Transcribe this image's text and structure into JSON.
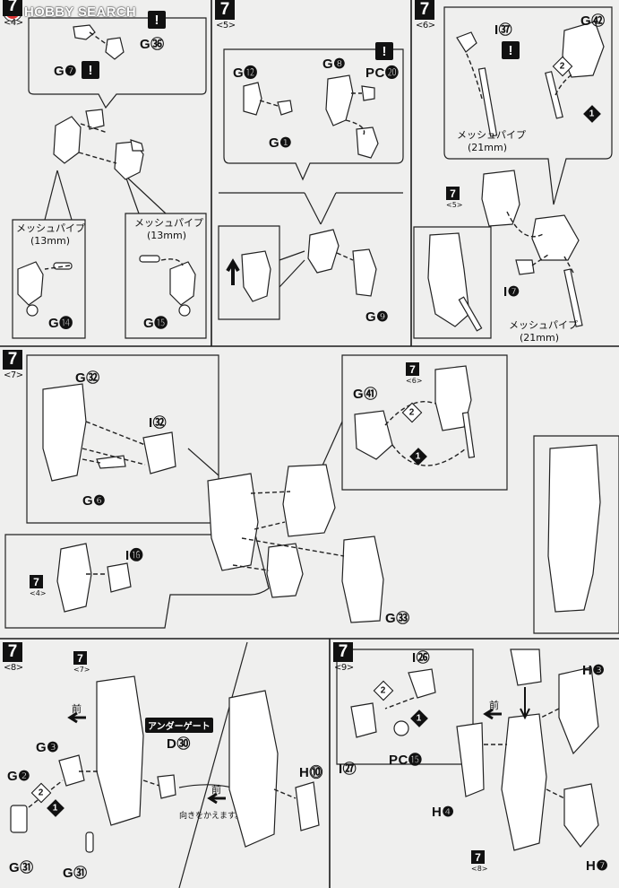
{
  "logo": {
    "text": "HOBBY SEARCH"
  },
  "steps": [
    {
      "num": "7",
      "sub": "<4>"
    },
    {
      "num": "7",
      "sub": "<5>"
    },
    {
      "num": "7",
      "sub": "<6>"
    },
    {
      "num": "7",
      "sub": "<7>"
    },
    {
      "num": "7",
      "sub": "<8>"
    },
    {
      "num": "7",
      "sub": "<9>"
    }
  ],
  "alert_mark": "!",
  "part_labels": {
    "g36": "G㊱",
    "g7": "G❼",
    "g14": "G⓮",
    "g15": "G⓯",
    "g12": "G⓬",
    "g1": "G❶",
    "g8": "G❽",
    "pc20": "PC⓴",
    "g9": "G❾",
    "i37": "I㊲",
    "g42": "G㊷",
    "i7": "I❼",
    "g32": "G㉜",
    "i32": "I㉜",
    "g6": "G❻",
    "i16": "I⓰",
    "g41": "G㊶",
    "g33": "G㉝",
    "g3": "G❸",
    "g2": "G❷",
    "g31a": "G㉛",
    "g31b": "G㉛",
    "d30": "D㉚",
    "h10": "H⓾",
    "i26": "I㉖",
    "i27": "I㉗",
    "pc15": "PC⓯",
    "h3": "H❸",
    "h4": "H❹",
    "h7": "H❼"
  },
  "jp_text": {
    "mesh_pipe": "メッシュパイプ",
    "len_13": "(13mm)",
    "len_21": "(21mm)",
    "front": "前",
    "under_gate": "アンダーゲート",
    "turn_note": "向きをかえます。"
  },
  "ref_boxes": [
    {
      "num": "7",
      "sub": "<5>"
    },
    {
      "num": "7",
      "sub": "<6>"
    },
    {
      "num": "7",
      "sub": "<4>"
    },
    {
      "num": "7",
      "sub": "<7>"
    },
    {
      "num": "7",
      "sub": "<8>"
    }
  ],
  "order_marks": [
    "1",
    "2"
  ]
}
